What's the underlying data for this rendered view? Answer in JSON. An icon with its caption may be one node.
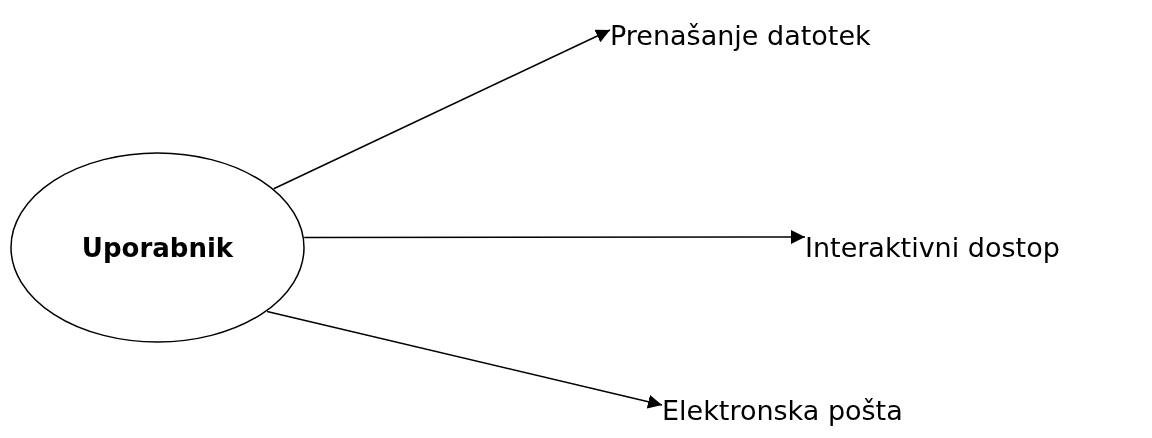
{
  "diagram": {
    "nodes": [
      {
        "text": [
          "Uporabnik"
        ]
      },
      {
        "text": [
          "Prenašanje datotek"
        ]
      },
      {
        "text": [
          "Interaktivni dostop"
        ]
      },
      {
        "text": [
          "Elektronska pošta"
        ]
      }
    ],
    "edges": [
      {
        "from": 0,
        "to": 1,
        "arrow": "to"
      },
      {
        "from": 0,
        "to": 2,
        "arrow": "to"
      },
      {
        "from": 0,
        "to": 3,
        "arrow": "to"
      }
    ]
  }
}
